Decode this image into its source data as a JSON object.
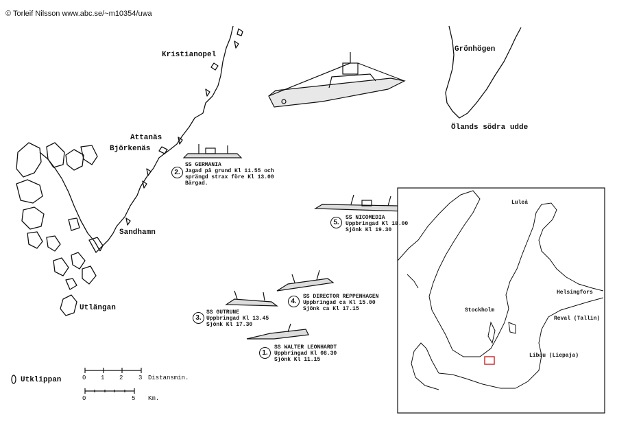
{
  "copyright": "© Torleif Nilsson   www.abc.se/~m10354/uwa",
  "places": {
    "kristianopel": "Kristianopel",
    "attanas": "Attanäs",
    "bjorkenas": "Björkenäs",
    "sandhamn": "Sandhamn",
    "utlangan": "Utlängan",
    "utklippan": "Utklippan",
    "gronhogen": "Grönhögen",
    "olands_sodra_udde": "Ölands södra udde"
  },
  "events": [
    {
      "num": "1.",
      "ship": "SS WALTER LEONHARDT",
      "lines": [
        "Uppbringad Kl 08.30",
        "Sjönk      Kl 11.15"
      ]
    },
    {
      "num": "2.",
      "ship": "SS GERMANIA",
      "lines": [
        "Jagad på grund Kl 11.55 och",
        "sprängd strax före Kl 13.00",
        "Bärgad."
      ]
    },
    {
      "num": "3.",
      "ship": "SS GUTRUNE",
      "lines": [
        "Uppbringad Kl 13.45",
        "Sjönk      Kl 17.30"
      ]
    },
    {
      "num": "4.",
      "ship": "SS DIRECTOR REPPENHAGEN",
      "lines": [
        "Uppbringad ca Kl 15.00",
        "Sjönk      ca Kl 17.15"
      ]
    },
    {
      "num": "5.",
      "ship": "SS NICOMEDIA",
      "lines": [
        "Uppbringad Kl 18.00",
        "Sjönk      Kl 19.30"
      ]
    }
  ],
  "scale": {
    "nm_ticks": [
      "0",
      "1",
      "2",
      "3"
    ],
    "nm_unit": "Distansmin.",
    "km_ticks": [
      "0",
      "5"
    ],
    "km_unit": "Km."
  },
  "inset": {
    "lulea": "Luleå",
    "helsingfors": "Helsingfors",
    "stockholm": "Stockholm",
    "reval": "Reval (Tallin)",
    "libau": "Libau (Liepaja)",
    "highlight_color": "#cc2222"
  }
}
